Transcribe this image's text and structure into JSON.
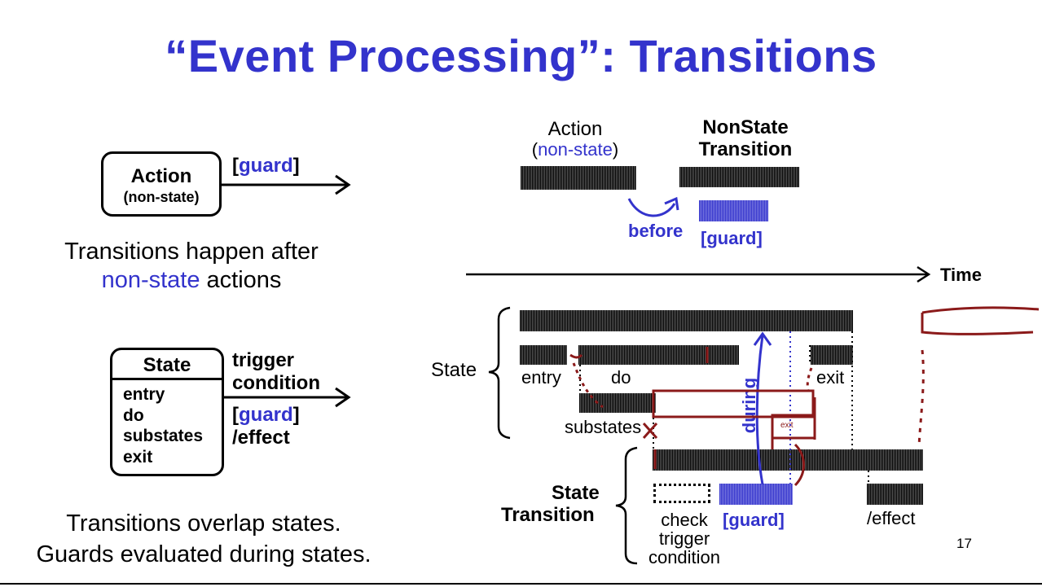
{
  "title": "“Event Processing”: Transitions",
  "left": {
    "action_box": {
      "title": "Action",
      "subtitle": "(non-state)"
    },
    "action_guard": {
      "open": "[",
      "word": "guard",
      "close": "]"
    },
    "caption1": {
      "line1": "Transitions happen after",
      "line2_blue": "non-state",
      "line2_rest": " actions"
    },
    "state_box": {
      "title": "State",
      "items": [
        "entry",
        "do",
        "substates",
        "exit"
      ]
    },
    "state_transition": {
      "trigger": "trigger",
      "condition": "condition",
      "guard_open": "[",
      "guard_word": "guard",
      "guard_close": "]",
      "effect": "/effect"
    },
    "caption2": {
      "line1": "Transitions overlap states.",
      "line2": "Guards evaluated during states."
    }
  },
  "right": {
    "top": {
      "action_label": "Action",
      "action_sub_open": "(",
      "action_sub_word": "non-state",
      "action_sub_close": ")",
      "nonstate_line1": "NonState",
      "nonstate_line2": "Transition",
      "before": "before",
      "guard": "[guard]"
    },
    "time_label": "Time",
    "state_label": "State",
    "labels": {
      "entry": "entry",
      "do": "do",
      "exit": "exit",
      "substates": "substates",
      "during": "during",
      "handwritten_exit": "exit"
    },
    "state_transition": {
      "line1": "State",
      "line2": "Transition",
      "check_line1": "check",
      "check_line2": "trigger",
      "check_line3": "condition",
      "guard": "[guard]",
      "effect": "/effect"
    }
  },
  "page_number": "17",
  "colors": {
    "accent": "#3333cc",
    "ink": "#000000",
    "annotation": "#8b1a1a"
  }
}
